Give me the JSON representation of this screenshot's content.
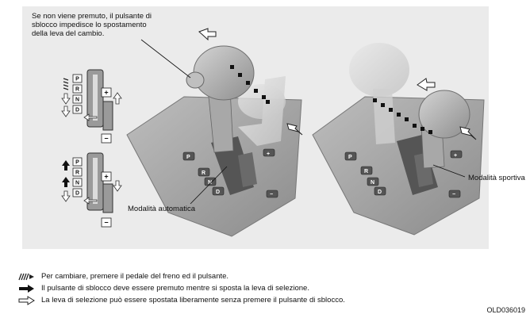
{
  "callouts": {
    "release_note": [
      "Se non viene premuto, il pulsante di",
      "sblocco impedisce lo spostamento",
      "della leva del cambio."
    ],
    "auto_mode": "Modalità automatica",
    "sport_mode": "Modalità sportiva"
  },
  "gate": {
    "positions": [
      "P",
      "R",
      "N",
      "D"
    ],
    "plus": "+",
    "minus": "−"
  },
  "legend": [
    {
      "icon": "hatched-arrow-icon",
      "text": "Per cambiare, premere il pedale del freno ed il pulsante."
    },
    {
      "icon": "solid-arrow-icon",
      "text": "Il pulsante di sblocco deve essere premuto mentre si sposta la leva di selezione."
    },
    {
      "icon": "outline-arrow-icon",
      "text": "La leva di selezione può essere spostata liberamente senza premere il pulsante di sblocco."
    }
  ],
  "reference_code": "OLD036019"
}
